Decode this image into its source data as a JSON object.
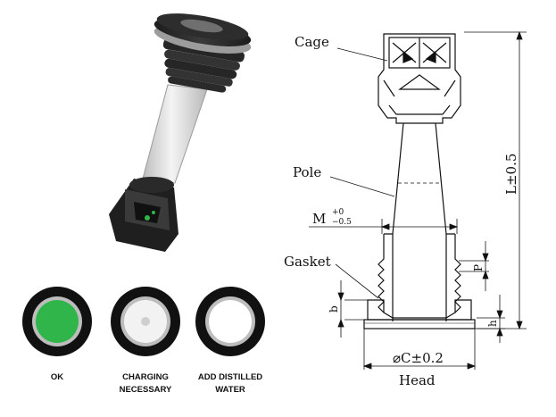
{
  "indicators": [
    {
      "label": "OK",
      "state": "ok",
      "fill": "#2fb54a"
    },
    {
      "label": "CHARGING\nNECESSARY",
      "state": "charging",
      "fill": "#f2f2f2"
    },
    {
      "label": "ADD DISTILLED\nWATER",
      "state": "add-water",
      "fill": "#ffffff"
    }
  ],
  "drawing": {
    "labels": {
      "cage": "Cage",
      "pole": "Pole",
      "gasket": "Gasket",
      "head": "Head",
      "m_main": "M",
      "m_tol_upper": "+0",
      "m_tol_lower": "−0.5",
      "length": "L±0.5",
      "p": "P",
      "b": "b",
      "h": "h",
      "diameter": "⌀C±0.2"
    }
  },
  "colors": {
    "body_dark": "#2b2b2b",
    "tube": "#dcdcdc",
    "ring": "#7a7a7a",
    "ok_green": "#2fb54a",
    "line": "#111111"
  }
}
